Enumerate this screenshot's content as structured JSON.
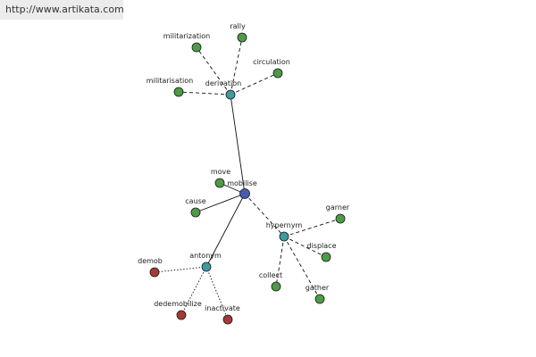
{
  "site_url": "http://www.artikata.com",
  "colors": {
    "central": "#4a5aae",
    "relation": "#3f9ba0",
    "word": "#4f9a48",
    "antonym_word": "#a23a36"
  },
  "graph": {
    "central": "mobilise",
    "relations": [
      "derivation",
      "hypernym",
      "antonym"
    ],
    "derivation_words": [
      "militarization",
      "rally",
      "circulation",
      "militarisation"
    ],
    "central_words": [
      "move",
      "cause"
    ],
    "hypernym_words": [
      "garner",
      "displace",
      "collect",
      "gather"
    ],
    "antonym_words": [
      "demob",
      "dedemobilize",
      "inactivate"
    ]
  }
}
